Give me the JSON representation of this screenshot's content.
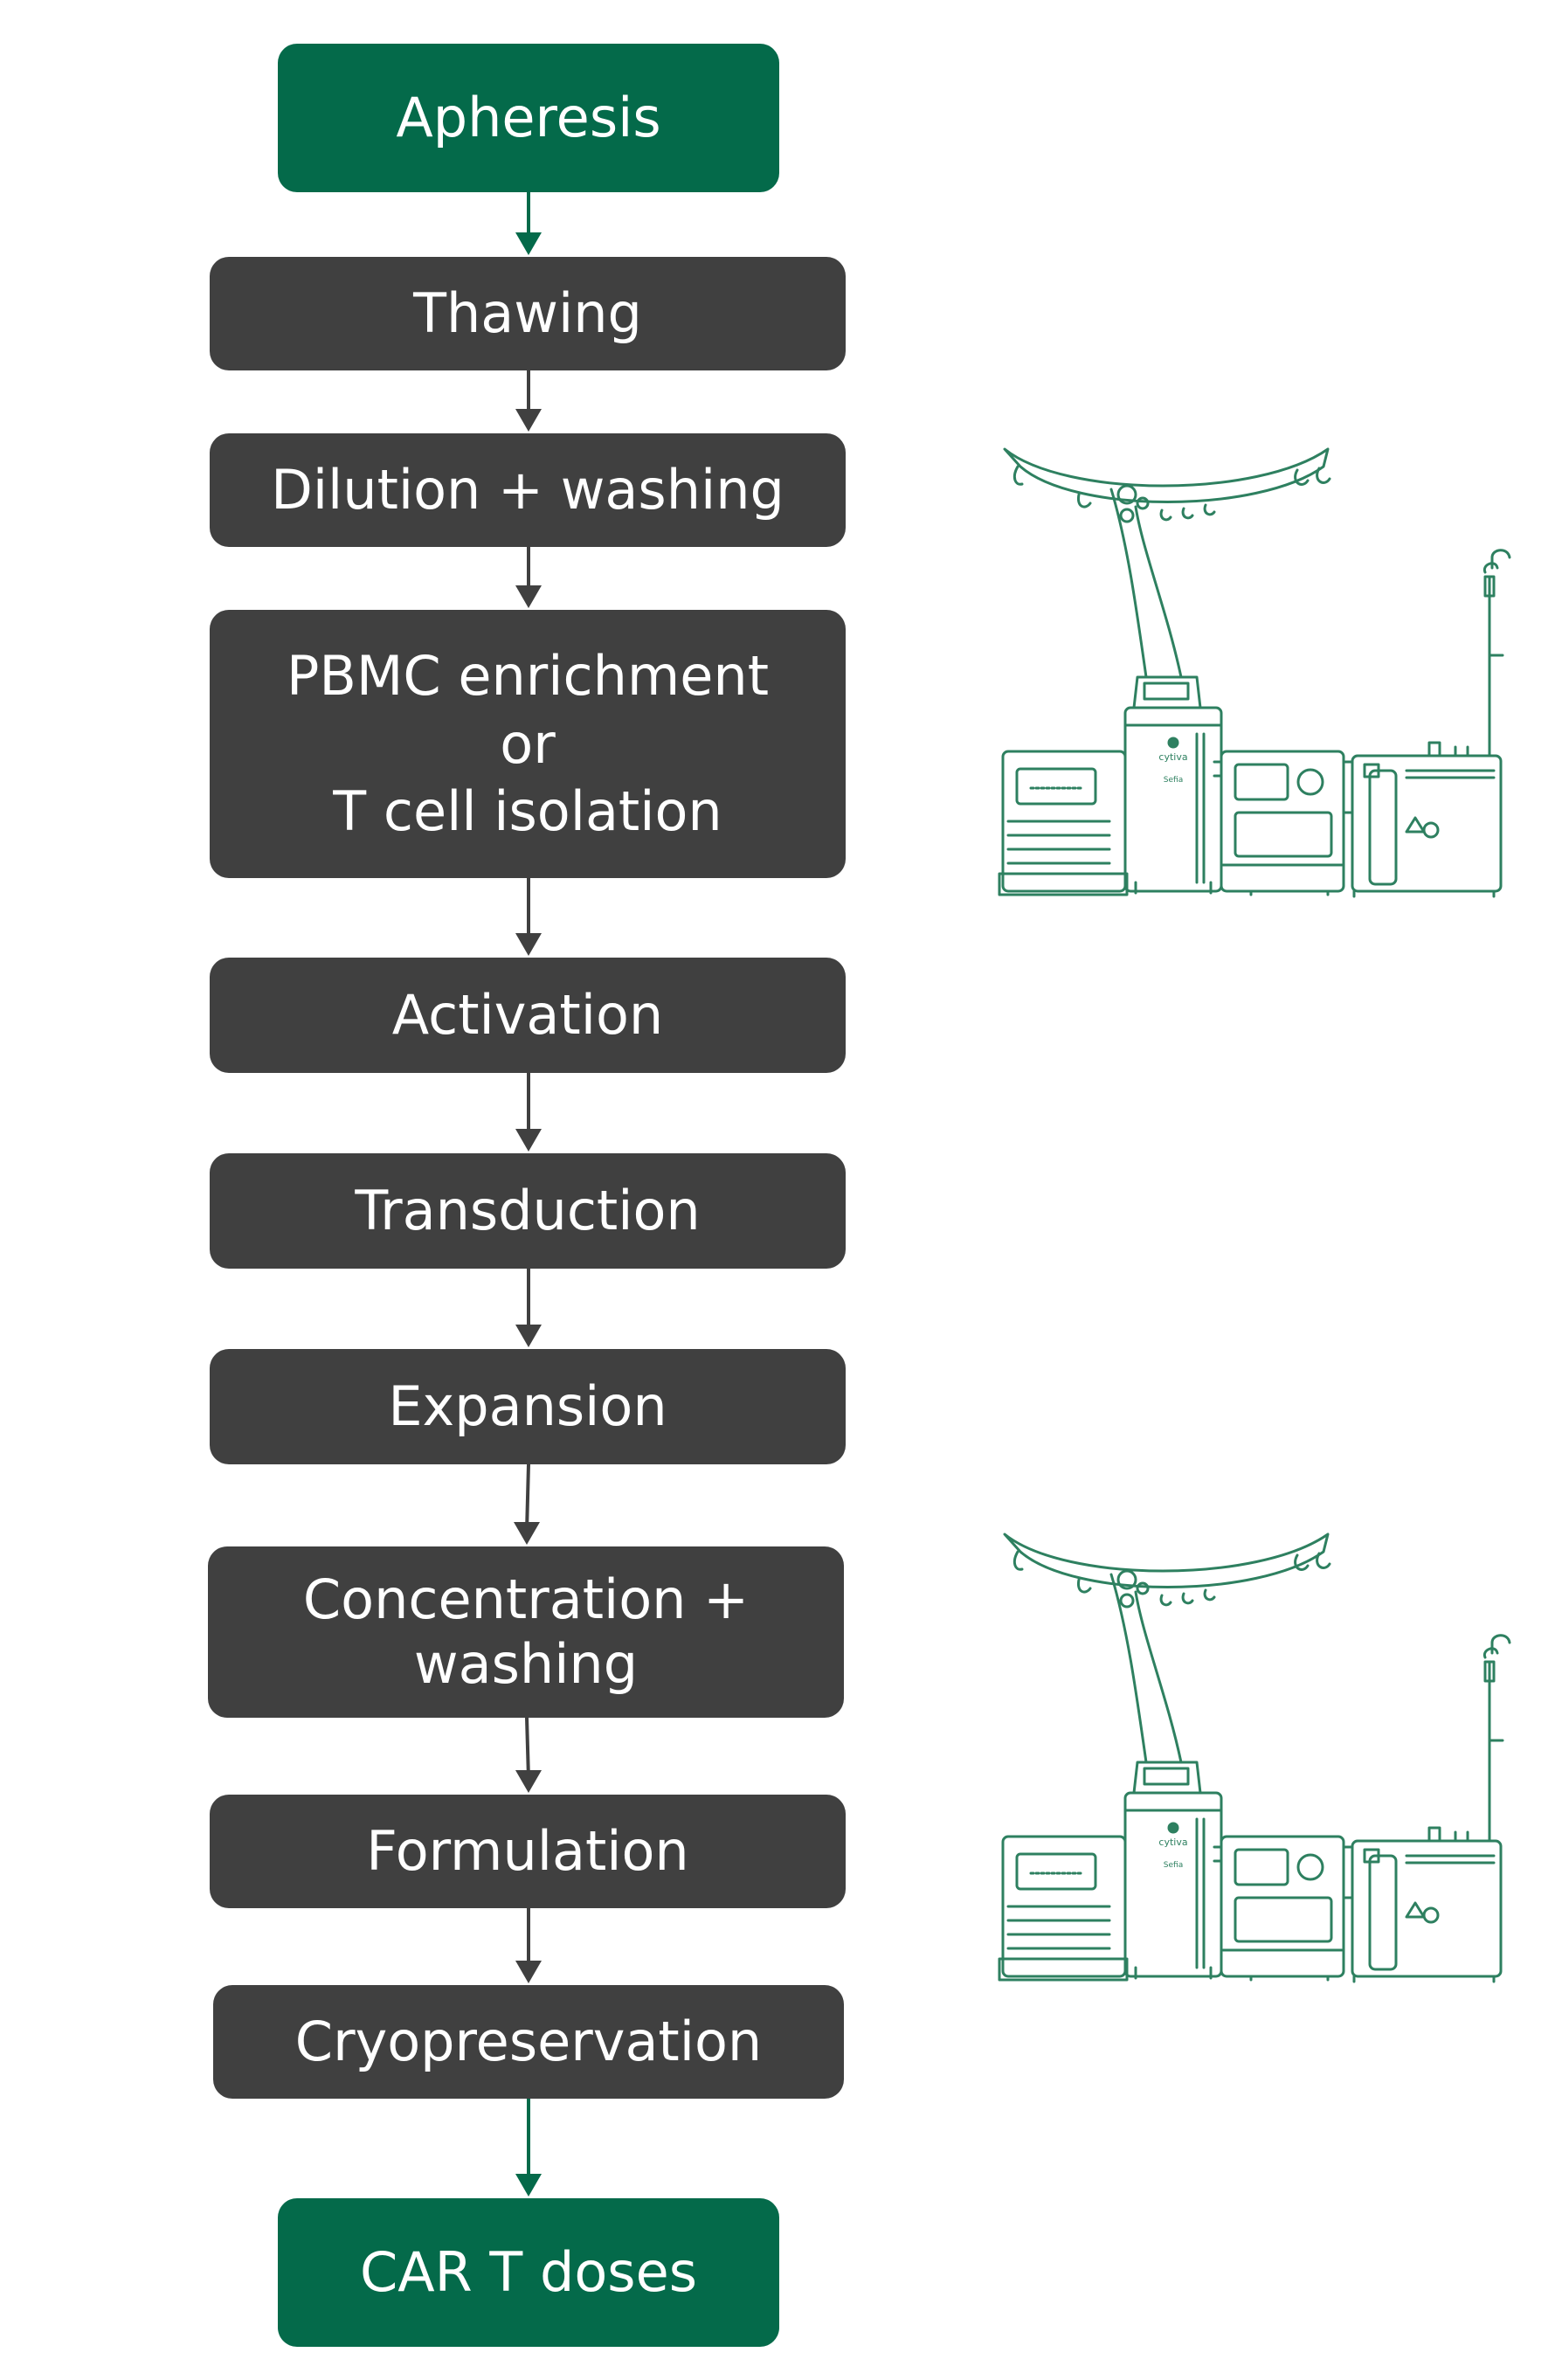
{
  "steps": {
    "apheresis": "Apheresis",
    "thawing": "Thawing",
    "dilution": "Dilution + washing",
    "enrichment_line1": "PBMC enrichment",
    "enrichment_line2": "or",
    "enrichment_line3": "T cell isolation",
    "activation": "Activation",
    "transduction": "Transduction",
    "expansion": "Expansion",
    "concentration_line1": "Concentration +",
    "concentration_line2": "washing",
    "formulation": "Formulation",
    "cryopreservation": "Cryopreservation",
    "doses": "CAR T doses"
  },
  "device": {
    "brand": "cytiva",
    "model": "Sefia"
  },
  "colors": {
    "green": "#046a4a",
    "dark": "#404040",
    "line_art": "#2e8060"
  }
}
